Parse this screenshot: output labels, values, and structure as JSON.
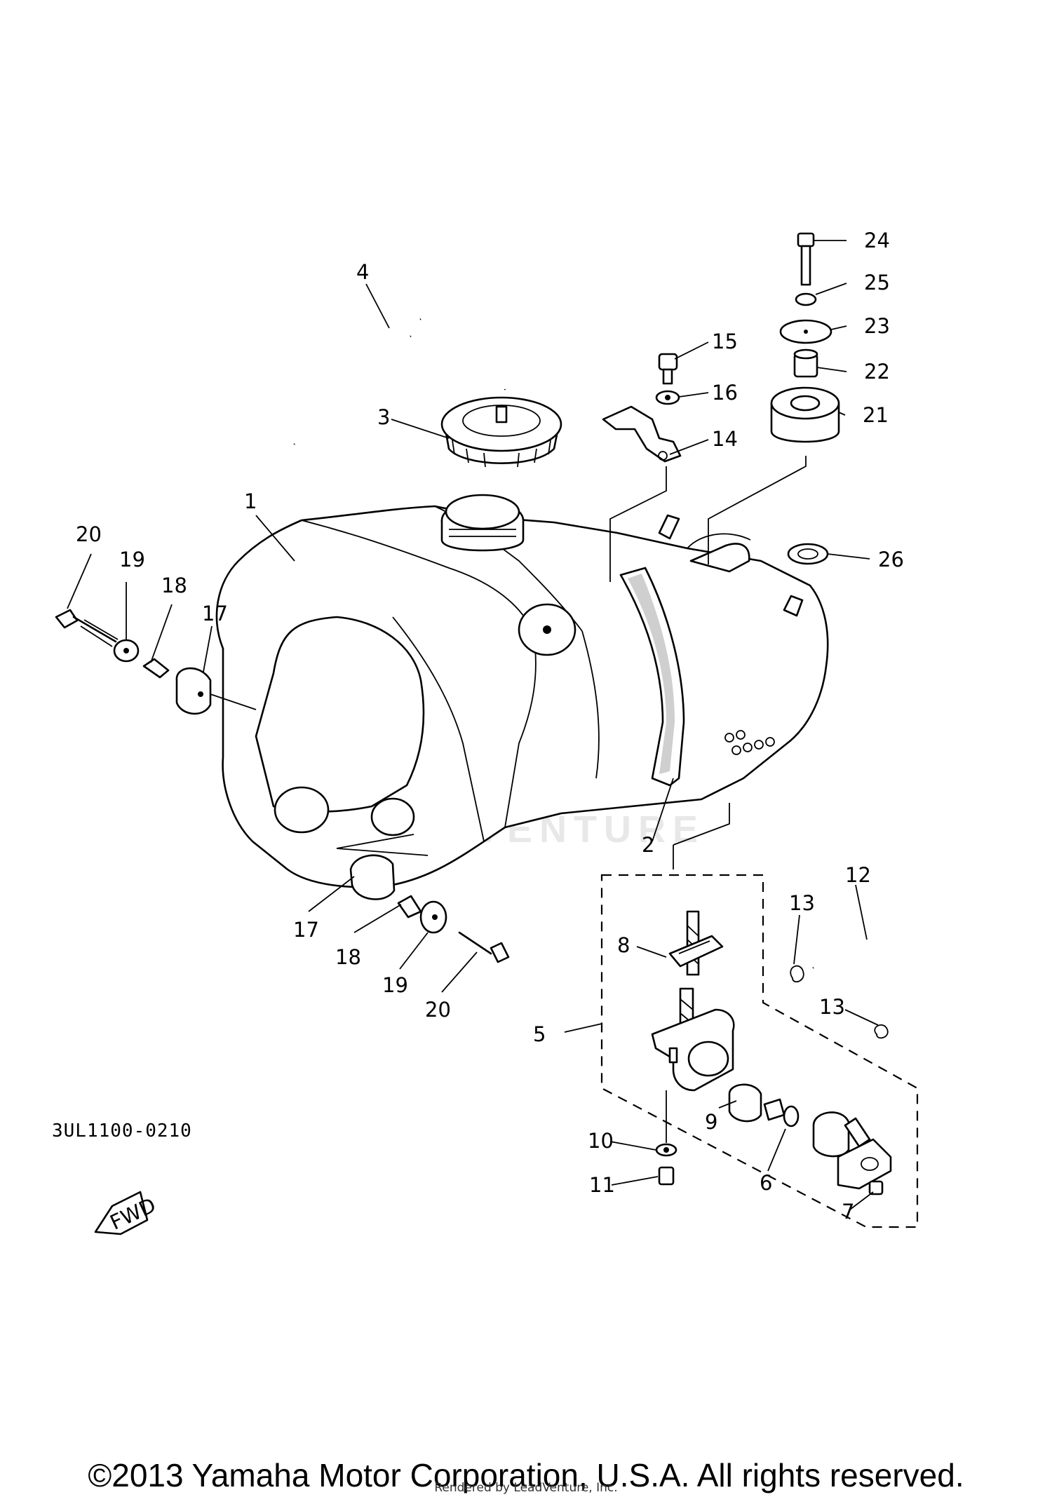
{
  "diagram": {
    "code": "3UL1100-0210",
    "watermark": "LEADVENTURE",
    "fwd_label": "FWD",
    "callouts": [
      {
        "id": "c1",
        "label": "1"
      },
      {
        "id": "c2",
        "label": "2"
      },
      {
        "id": "c3",
        "label": "3"
      },
      {
        "id": "c4",
        "label": "4"
      },
      {
        "id": "c5",
        "label": "5"
      },
      {
        "id": "c6",
        "label": "6"
      },
      {
        "id": "c7",
        "label": "7"
      },
      {
        "id": "c8",
        "label": "8"
      },
      {
        "id": "c9",
        "label": "9"
      },
      {
        "id": "c10",
        "label": "10"
      },
      {
        "id": "c11",
        "label": "11"
      },
      {
        "id": "c12",
        "label": "12"
      },
      {
        "id": "c13a",
        "label": "13"
      },
      {
        "id": "c13b",
        "label": "13"
      },
      {
        "id": "c14",
        "label": "14"
      },
      {
        "id": "c15",
        "label": "15"
      },
      {
        "id": "c16",
        "label": "16"
      },
      {
        "id": "c17a",
        "label": "17"
      },
      {
        "id": "c17b",
        "label": "17"
      },
      {
        "id": "c18a",
        "label": "18"
      },
      {
        "id": "c18b",
        "label": "18"
      },
      {
        "id": "c19a",
        "label": "19"
      },
      {
        "id": "c19b",
        "label": "19"
      },
      {
        "id": "c20a",
        "label": "20"
      },
      {
        "id": "c20b",
        "label": "20"
      },
      {
        "id": "c21",
        "label": "21"
      },
      {
        "id": "c22",
        "label": "22"
      },
      {
        "id": "c23",
        "label": "23"
      },
      {
        "id": "c24",
        "label": "24"
      },
      {
        "id": "c25",
        "label": "25"
      },
      {
        "id": "c26",
        "label": "26"
      }
    ]
  },
  "footer": {
    "copyright": "©2013 Yamaha Motor Corporation, U.S.A. All rights reserved.",
    "rendered_by": "Rendered by LeadVenture, Inc."
  }
}
